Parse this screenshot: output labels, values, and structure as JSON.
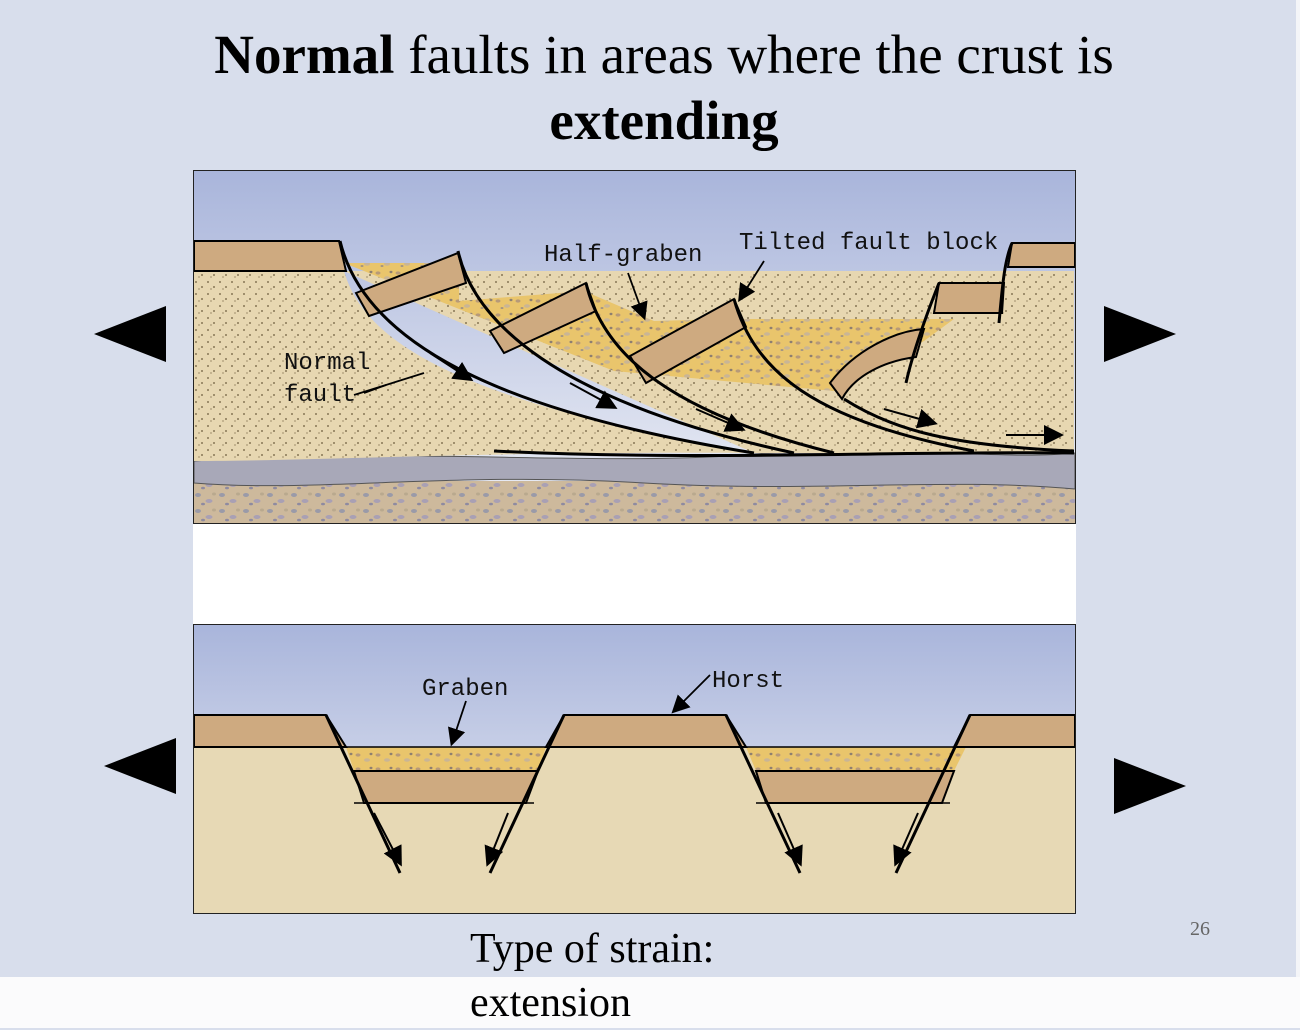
{
  "slide": {
    "title_bold_1": "Normal",
    "title_plain": " faults in areas where the crust is ",
    "title_bold_2": "extending",
    "caption_line1": "Type of strain:",
    "caption_line2": "extension",
    "page_number": "26"
  },
  "diagram_top": {
    "labels": {
      "half_graben": "Half-graben",
      "tilted_block": "Tilted fault block",
      "normal_fault_1": "Normal",
      "normal_fault_2": "fault"
    }
  },
  "diagram_bottom": {
    "labels": {
      "graben": "Graben",
      "horst": "Horst"
    }
  },
  "colors": {
    "background": "#d8deec",
    "sky_top": "#aab6dc",
    "sky_bottom": "#e8ecf4",
    "sandstone": "#e7d7b1",
    "cap_layer": "#ceaa80",
    "gravel": "#e8c66e",
    "detachment": "#a8a8b8",
    "basement": "#cbbba0"
  }
}
